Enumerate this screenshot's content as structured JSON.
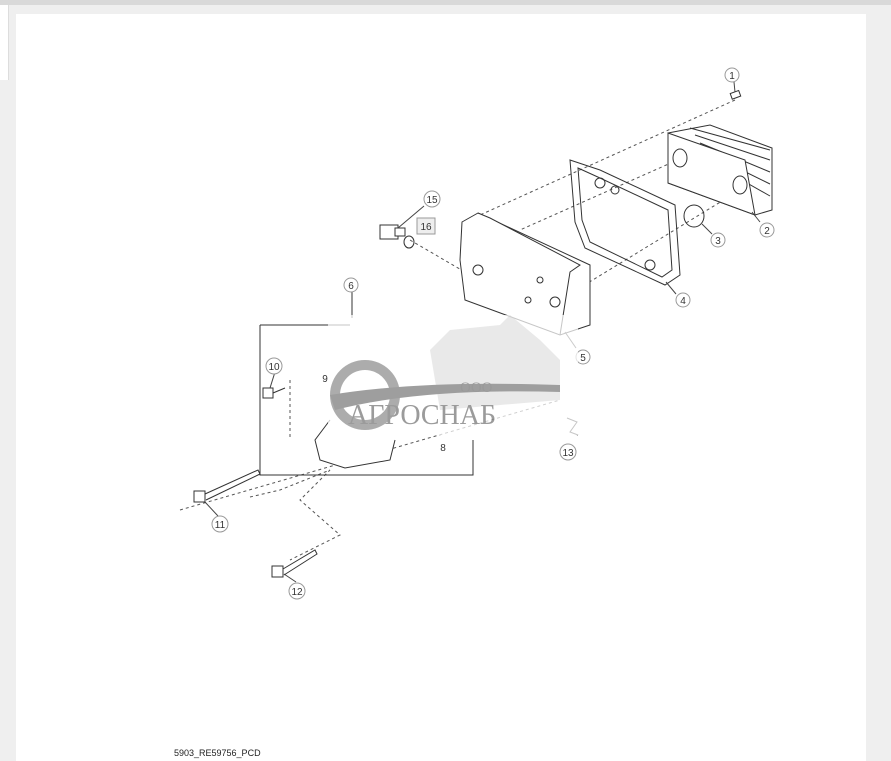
{
  "caption": "5903_RE59756_PCD",
  "callouts": [
    "1",
    "2",
    "3",
    "4",
    "5",
    "6",
    "8",
    "9",
    "10",
    "11",
    "12",
    "13",
    "15",
    "16"
  ],
  "watermark": {
    "prefix": "ООО",
    "name": "АГРОСНАБ"
  }
}
